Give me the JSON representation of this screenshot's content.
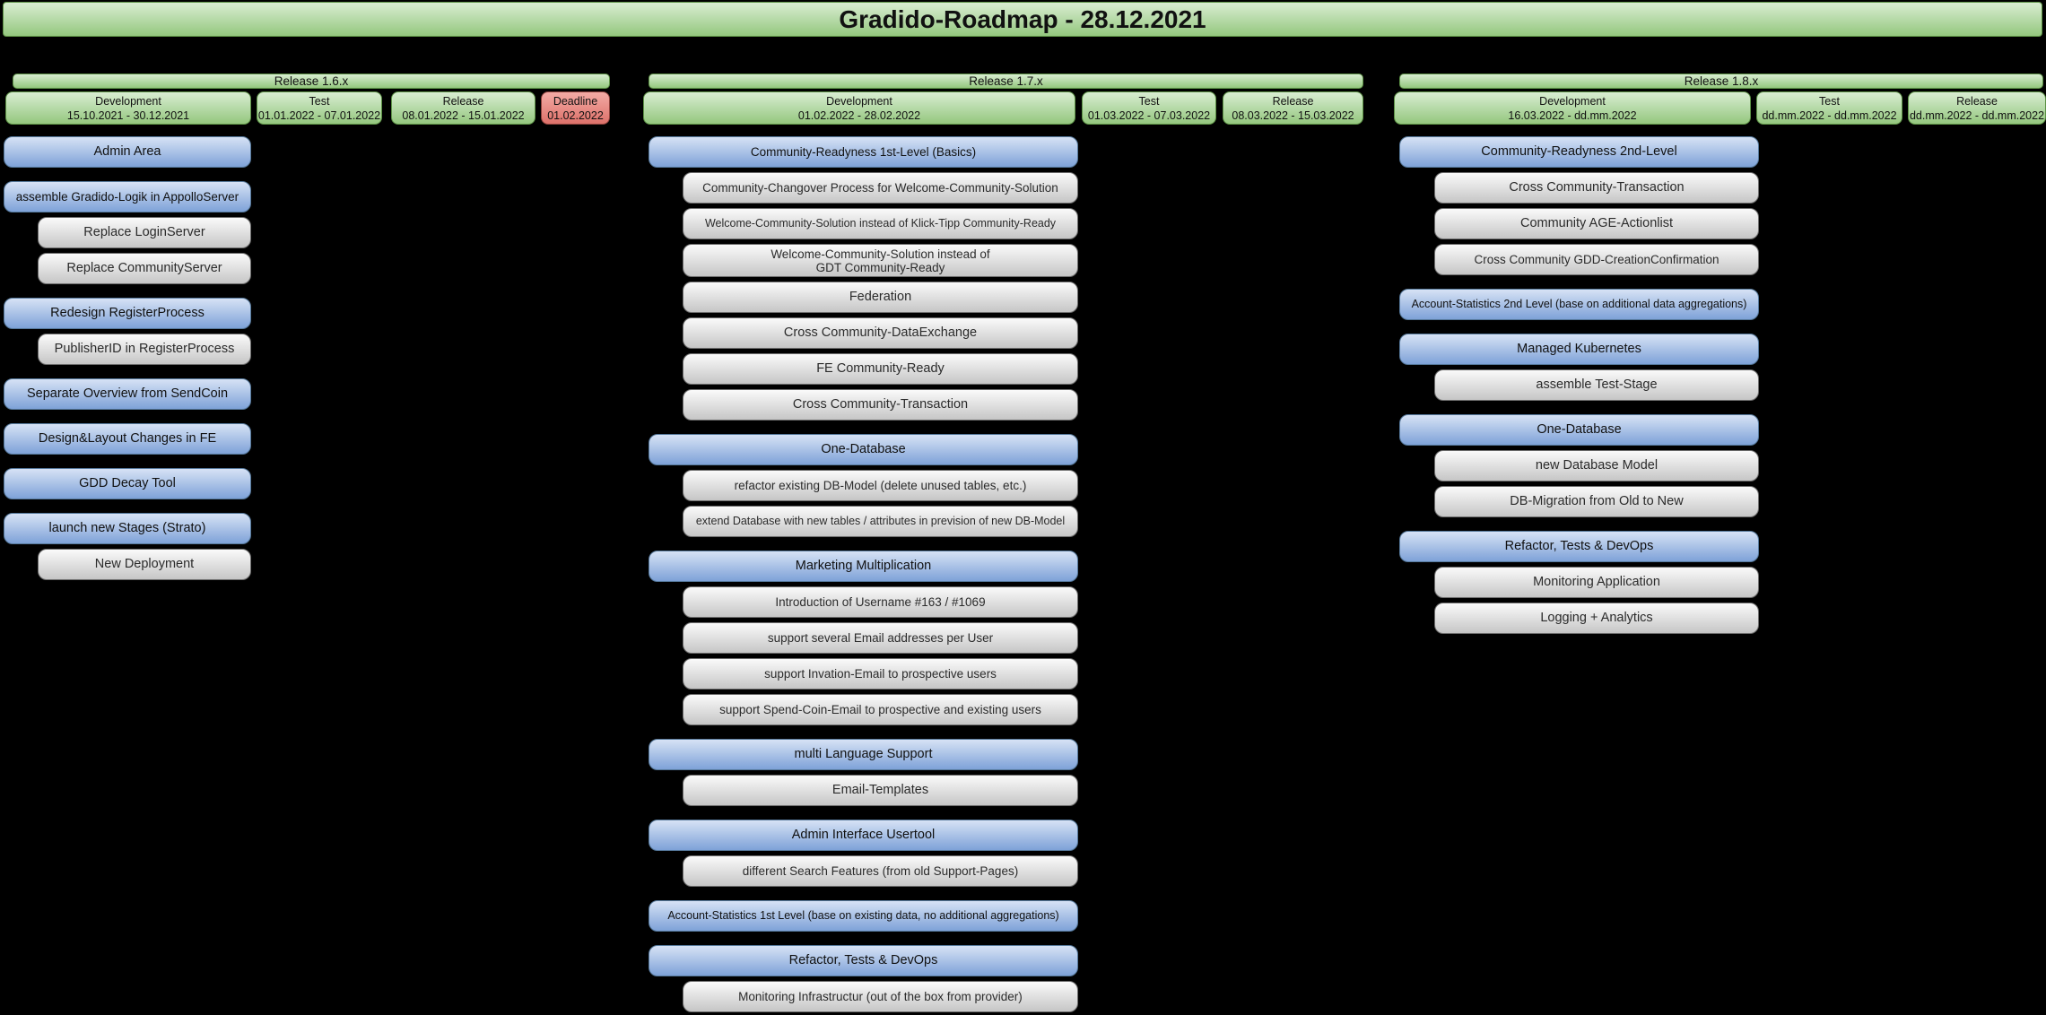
{
  "title": "Gradido-Roadmap - 28.12.2021",
  "colors": {
    "background": "#000000",
    "green_top": "#d9edd2",
    "green_bottom": "#94c77e",
    "green_border": "#5d9246",
    "blue_top": "#d6e2f5",
    "blue_bottom": "#7ea2d8",
    "blue_border": "#56799c",
    "gray_top": "#fafafa",
    "gray_bottom": "#c6c6c6",
    "gray_border": "#6e6e6e",
    "red_top": "#f3aba5",
    "red_bottom": "#de716a",
    "red_border": "#8e423c"
  },
  "groups": [
    {
      "release": "Release 1.6.x",
      "phases": [
        {
          "name": "Development",
          "dates": "15.10.2021 - 30.12.2021",
          "type": "green"
        },
        {
          "name": "Test",
          "dates": "01.01.2022 - 07.01.2022",
          "type": "green"
        },
        {
          "name": "Release",
          "dates": "08.01.2022 - 15.01.2022",
          "type": "green"
        },
        {
          "name": "Deadline",
          "dates": "01.02.2022",
          "type": "red"
        }
      ],
      "items": [
        {
          "label": "Admin Area",
          "level": 1
        },
        {
          "label": "assemble Gradido-Logik in AppolloServer",
          "level": 1
        },
        {
          "label": "Replace LoginServer",
          "level": 2
        },
        {
          "label": "Replace CommunityServer",
          "level": 2
        },
        {
          "label": "Redesign RegisterProcess",
          "level": 1
        },
        {
          "label": "PublisherID in RegisterProcess",
          "level": 2
        },
        {
          "label": "Separate Overview from SendCoin",
          "level": 1
        },
        {
          "label": "Design&Layout Changes in FE",
          "level": 1
        },
        {
          "label": "GDD Decay Tool",
          "level": 1
        },
        {
          "label": "launch new Stages (Strato)",
          "level": 1
        },
        {
          "label": "New Deployment",
          "level": 2
        }
      ]
    },
    {
      "release": "Release 1.7.x",
      "phases": [
        {
          "name": "Development",
          "dates": "01.02.2022 - 28.02.2022",
          "type": "green"
        },
        {
          "name": "Test",
          "dates": "01.03.2022 - 07.03.2022",
          "type": "green"
        },
        {
          "name": "Release",
          "dates": "08.03.2022 - 15.03.2022",
          "type": "green"
        }
      ],
      "items": [
        {
          "label": "Community-Readyness 1st-Level (Basics)",
          "level": 1
        },
        {
          "label": "Community-Changover Process for Welcome-Community-Solution",
          "level": 2
        },
        {
          "label": "Welcome-Community-Solution instead of Klick-Tipp Community-Ready",
          "level": 2
        },
        {
          "label": "Welcome-Community-Solution instead of",
          "label2": "GDT Community-Ready",
          "level": 2
        },
        {
          "label": "Federation",
          "level": 2
        },
        {
          "label": "Cross Community-DataExchange",
          "level": 2
        },
        {
          "label": "FE Community-Ready",
          "level": 2
        },
        {
          "label": "Cross Community-Transaction",
          "level": 2
        },
        {
          "label": "One-Database",
          "level": 1
        },
        {
          "label": "refactor existing DB-Model (delete unused tables, etc.)",
          "level": 2
        },
        {
          "label": "extend Database with new tables / attributes in prevision of new DB-Model",
          "level": 2
        },
        {
          "label": "Marketing Multiplication",
          "level": 1
        },
        {
          "label": "Introduction of Username #163 / #1069",
          "level": 2
        },
        {
          "label": "support several Email addresses per User",
          "level": 2
        },
        {
          "label": "support Invation-Email to prospective users",
          "level": 2
        },
        {
          "label": "support Spend-Coin-Email to prospective and existing users",
          "level": 2
        },
        {
          "label": "multi Language Support",
          "level": 1
        },
        {
          "label": "Email-Templates",
          "level": 2
        },
        {
          "label": "Admin Interface Usertool",
          "level": 1
        },
        {
          "label": "different Search Features (from old Support-Pages)",
          "level": 2
        },
        {
          "label": "Account-Statistics 1st Level (base on existing data, no additional aggregations)",
          "level": 1
        },
        {
          "label": "Refactor, Tests & DevOps",
          "level": 1
        },
        {
          "label": "Monitoring Infrastructur (out of the box from provider)",
          "level": 2
        }
      ]
    },
    {
      "release": "Release 1.8.x",
      "phases": [
        {
          "name": "Development",
          "dates": "16.03.2022 - dd.mm.2022",
          "type": "green"
        },
        {
          "name": "Test",
          "dates": "dd.mm.2022 - dd.mm.2022",
          "type": "green"
        },
        {
          "name": "Release",
          "dates": "dd.mm.2022 - dd.mm.2022",
          "type": "green"
        }
      ],
      "items": [
        {
          "label": "Community-Readyness 2nd-Level",
          "level": 1
        },
        {
          "label": "Cross Community-Transaction",
          "level": 2
        },
        {
          "label": "Community AGE-Actionlist",
          "level": 2
        },
        {
          "label": "Cross Community GDD-CreationConfirmation",
          "level": 2
        },
        {
          "label": "Account-Statistics 2nd Level (base on additional data aggregations)",
          "level": 1
        },
        {
          "label": "Managed Kubernetes",
          "level": 1
        },
        {
          "label": "assemble Test-Stage",
          "level": 2
        },
        {
          "label": "One-Database",
          "level": 1
        },
        {
          "label": "new Database Model",
          "level": 2
        },
        {
          "label": "DB-Migration from Old to New",
          "level": 2
        },
        {
          "label": "Refactor, Tests & DevOps",
          "level": 1
        },
        {
          "label": "Monitoring Application",
          "level": 2
        },
        {
          "label": "Logging + Analytics",
          "level": 2
        }
      ]
    }
  ]
}
